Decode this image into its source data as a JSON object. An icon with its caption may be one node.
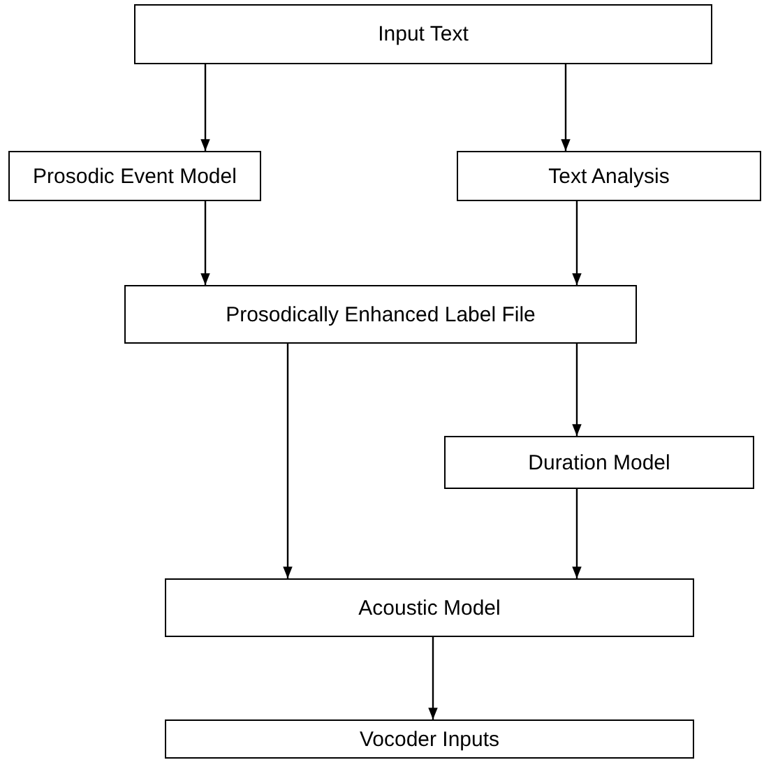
{
  "diagram": {
    "nodes": [
      {
        "text": [
          "Input Text"
        ]
      },
      {
        "text": [
          "Prosodic Event Model"
        ]
      },
      {
        "text": [
          "Text Analysis"
        ]
      },
      {
        "text": [
          "Prosodically Enhanced Label File"
        ]
      },
      {
        "text": [
          "Duration Model"
        ]
      },
      {
        "text": [
          "Acoustic Model"
        ]
      },
      {
        "text": [
          "Vocoder Inputs"
        ]
      }
    ],
    "edges": [
      {
        "from": 0,
        "to": 1,
        "arrow": "to"
      },
      {
        "from": 0,
        "to": 2,
        "arrow": "to"
      },
      {
        "from": 1,
        "to": 3,
        "arrow": "to"
      },
      {
        "from": 2,
        "to": 3,
        "arrow": "to"
      },
      {
        "from": 3,
        "to": 5,
        "arrow": "to"
      },
      {
        "from": 3,
        "to": 4,
        "arrow": "to"
      },
      {
        "from": 4,
        "to": 5,
        "arrow": "to"
      },
      {
        "from": 5,
        "to": 6,
        "arrow": "to"
      }
    ]
  }
}
